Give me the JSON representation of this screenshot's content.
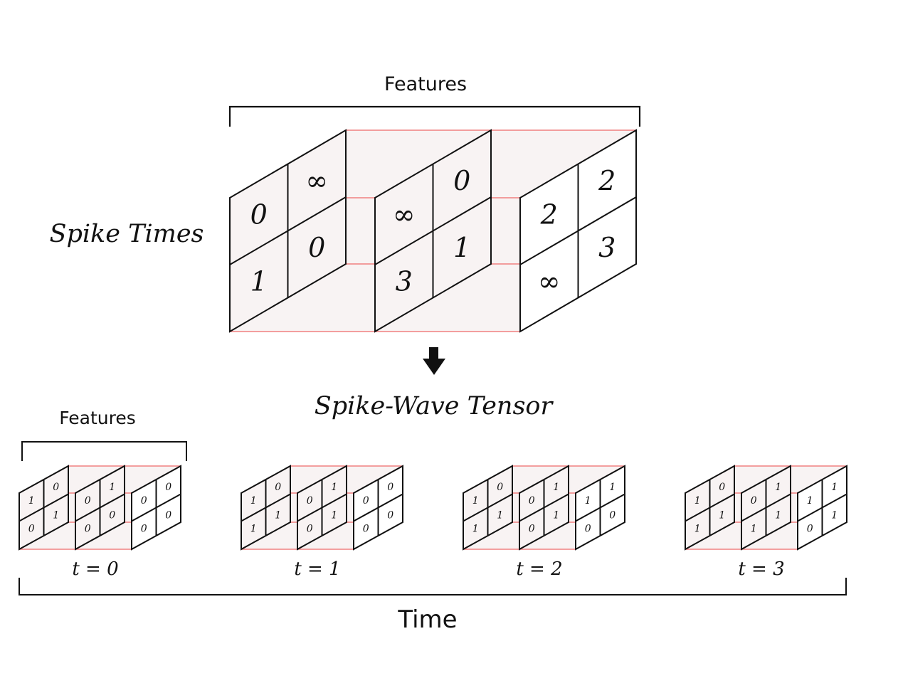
{
  "top": {
    "features_label": "Features",
    "row_label": "Spike Times",
    "arrow": "down-arrow-icon",
    "panels": [
      {
        "cells": [
          "0",
          "∞",
          "1",
          "0"
        ]
      },
      {
        "cells": [
          "∞",
          "0",
          "3",
          "1"
        ]
      },
      {
        "cells": [
          "2",
          "2",
          "∞",
          "3"
        ]
      }
    ]
  },
  "bottom": {
    "title": "Spike-Wave Tensor",
    "features_label": "Features",
    "time_label": "Time",
    "steps": [
      {
        "label": "t = 0",
        "panels": [
          {
            "cells": [
              "1",
              "0",
              "0",
              "1"
            ]
          },
          {
            "cells": [
              "0",
              "1",
              "0",
              "0"
            ]
          },
          {
            "cells": [
              "0",
              "0",
              "0",
              "0"
            ]
          }
        ]
      },
      {
        "label": "t = 1",
        "panels": [
          {
            "cells": [
              "1",
              "0",
              "1",
              "1"
            ]
          },
          {
            "cells": [
              "0",
              "1",
              "0",
              "1"
            ]
          },
          {
            "cells": [
              "0",
              "0",
              "0",
              "0"
            ]
          }
        ]
      },
      {
        "label": "t = 2",
        "panels": [
          {
            "cells": [
              "1",
              "0",
              "1",
              "1"
            ]
          },
          {
            "cells": [
              "0",
              "1",
              "0",
              "1"
            ]
          },
          {
            "cells": [
              "1",
              "1",
              "0",
              "0"
            ]
          }
        ]
      },
      {
        "label": "t = 3",
        "panels": [
          {
            "cells": [
              "1",
              "0",
              "1",
              "1"
            ]
          },
          {
            "cells": [
              "0",
              "1",
              "1",
              "1"
            ]
          },
          {
            "cells": [
              "1",
              "1",
              "0",
              "1"
            ]
          }
        ]
      }
    ]
  },
  "colors": {
    "edge": "#f08080",
    "fill": "#f8f3f3",
    "line": "#111111"
  }
}
